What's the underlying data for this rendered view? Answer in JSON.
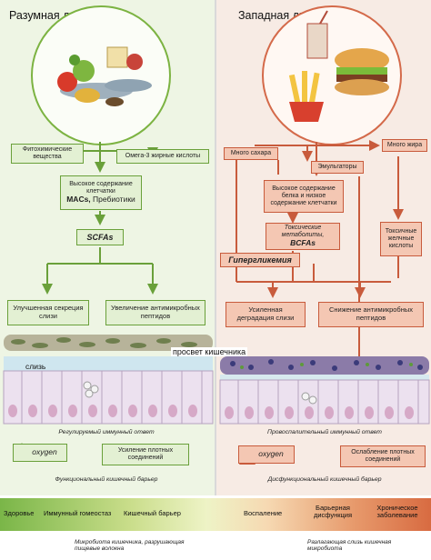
{
  "left": {
    "title": "Разумная диета",
    "boxes": {
      "phyto": "Фитохимические вещества",
      "omega": "Омега-3 жирные кислоты",
      "fiber_line1": "Высокое содержание клетчатки",
      "fiber_line2": "MACs,",
      "fiber_line3": "Пребиотики",
      "scfas": "SCFAs",
      "mucus_secretion": "Улучшенная секреция слизи",
      "antimicrobial": "Увеличение антимикробных пептидов",
      "tight_junctions": "Усиление плотных соединений",
      "oxygen": "oxygen"
    },
    "captions": {
      "immune": "Регулируемый иммунный ответ",
      "barrier": "Функциональный кишечный барьер"
    }
  },
  "right": {
    "title": "Западная диета",
    "boxes": {
      "sugar": "Много сахара",
      "fat": "Много жира",
      "emulsifiers": "Эмульгаторы",
      "protein": "Высокое содержание белка и низкое содержание клетчатки",
      "toxic_metabolites": "Токсические метаболиты,",
      "bcfas": "BCFAs",
      "toxic_bile": "Токсичные желчные кислоты",
      "hyperglycemia": "Гипергликемия",
      "mucus_degradation": "Усиленная деградация слизи",
      "antimicrobial_decrease": "Снижение антимикробных пептидов",
      "tight_junctions_weak": "Ослабление плотных соединений",
      "oxygen": "oxygen"
    },
    "captions": {
      "immune": "Провоспалительный иммунный ответ",
      "barrier": "Дисфункциональный кишечный барьер"
    }
  },
  "middle": {
    "lumen": "просвет кишечника",
    "mucus": "слизь"
  },
  "bar": {
    "health": "Здоровье",
    "homeostasis": "Иммунный гомеостаз",
    "barrier": "Кишечный барьер",
    "inflammation": "Воспаление",
    "dysfunction": "Барьерная дисфункция",
    "chronic": "Хроническое заболевание"
  },
  "legend": {
    "left": "Микробиота кишечника, разрушающая пищевые волокна",
    "right": "Разлагающая слизь кишечная микробиота"
  },
  "colors": {
    "green": "#6aa03a",
    "red": "#c85b3c"
  }
}
